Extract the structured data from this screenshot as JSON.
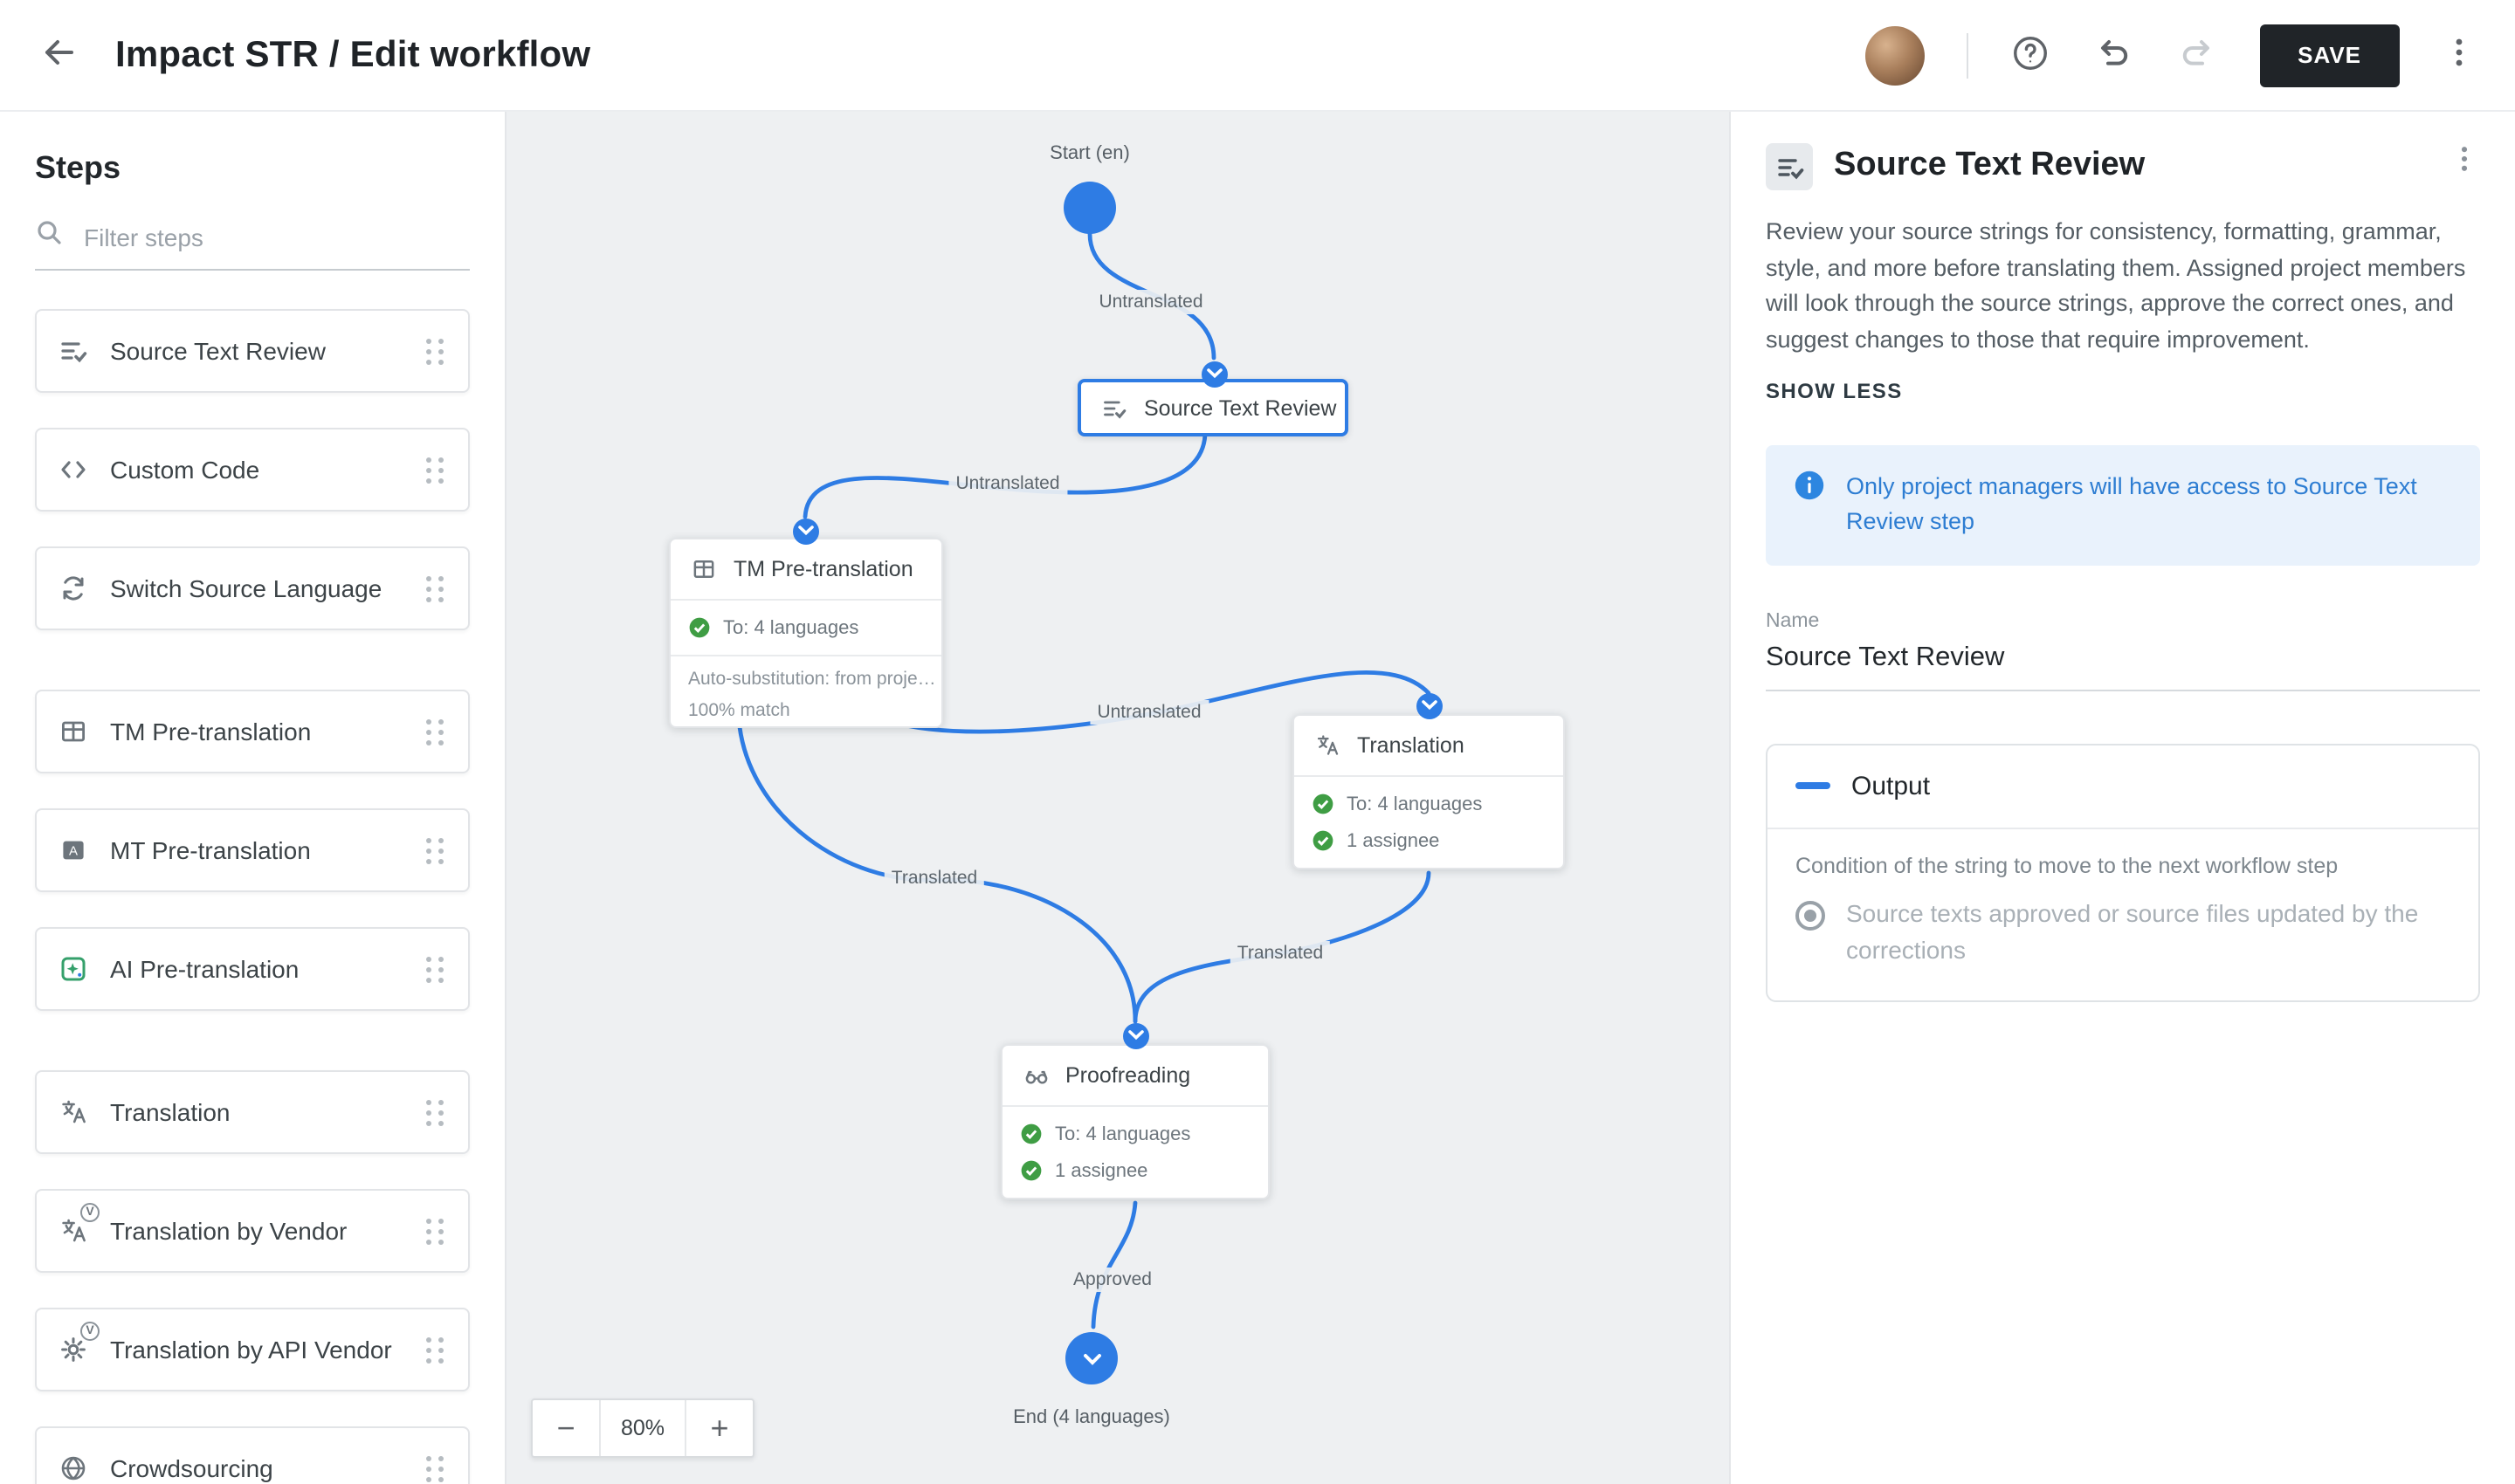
{
  "colors": {
    "accent": "#2e7ce4",
    "green": "#3f9d44",
    "info_bg": "#e9f2fc",
    "info_text": "#2d7dd2",
    "save_bg": "#202428"
  },
  "header": {
    "title": "Impact STR / Edit workflow",
    "save_label": "SAVE"
  },
  "sidebar": {
    "title": "Steps",
    "filter_placeholder": "Filter steps",
    "vendor_badge": "V",
    "items": [
      {
        "label": "Source Text Review"
      },
      {
        "label": "Custom Code"
      },
      {
        "label": "Switch Source Language"
      },
      {
        "label": "TM Pre-translation"
      },
      {
        "label": "MT Pre-translation"
      },
      {
        "label": "AI Pre-translation"
      },
      {
        "label": "Translation"
      },
      {
        "label": "Translation by Vendor"
      },
      {
        "label": "Translation by API Vendor"
      },
      {
        "label": "Crowdsourcing"
      }
    ]
  },
  "canvas": {
    "start_label": "Start (en)",
    "end_label": "End (4 languages)",
    "zoom": {
      "out": "−",
      "level": "80%",
      "in": "+"
    },
    "edge_labels": {
      "e1": "Untranslated",
      "e2": "Untranslated",
      "e3": "Untranslated",
      "e4": "Translated",
      "e5": "Translated",
      "e6": "Approved"
    },
    "nodes": {
      "source_review": {
        "title": "Source Text Review"
      },
      "tm": {
        "title": "TM Pre-translation",
        "row1": "To: 4 languages",
        "row2": "Auto-substitution: from proje…",
        "row3": "100% match"
      },
      "translation": {
        "title": "Translation",
        "row1": "To: 4 languages",
        "row2": "1 assignee"
      },
      "proofreading": {
        "title": "Proofreading",
        "row1": "To: 4 languages",
        "row2": "1 assignee"
      }
    }
  },
  "inspector": {
    "title": "Source Text Review",
    "description": "Review your source strings for consistency, formatting, grammar, style, and more before translating them. Assigned project members will look through the source strings, approve the correct ones, and suggest changes to those that require improvement.",
    "show_less": "SHOW LESS",
    "info_text": "Only project managers will have access to Source Text Review step",
    "name_label": "Name",
    "name_value": "Source Text Review",
    "output": {
      "title": "Output",
      "condition_label": "Condition of the string to move to the next workflow step",
      "option": "Source texts approved or source files updated by the corrections"
    }
  }
}
